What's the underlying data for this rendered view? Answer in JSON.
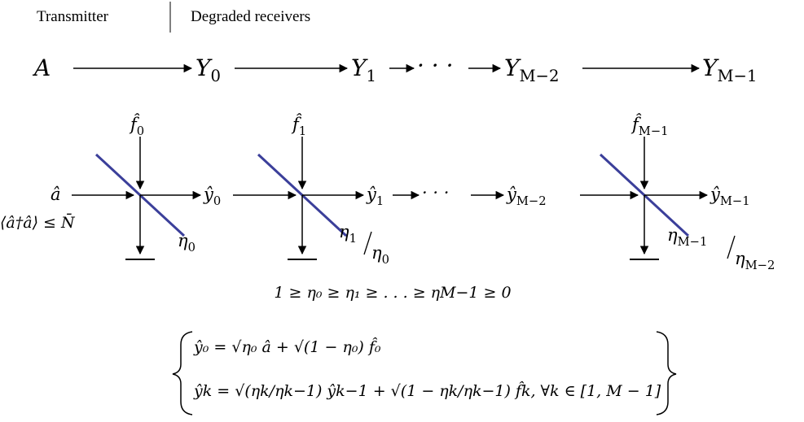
{
  "header": {
    "left_label": "Transmitter",
    "right_label": "Degraded receivers"
  },
  "chain": {
    "source": "A",
    "receivers": [
      {
        "sym": "Y",
        "sub": "0"
      },
      {
        "sym": "Y",
        "sub": "1"
      },
      {
        "sym": "Y",
        "sub": "M−2"
      },
      {
        "sym": "Y",
        "sub": "M−1"
      }
    ],
    "ellipsis": "· · ·"
  },
  "circuit": {
    "input": {
      "sym": "â"
    },
    "constraint": "⟨â†â⟩ ≤ N̄",
    "ellipsis": "· · ·",
    "stages": [
      {
        "noise": "f̂",
        "noise_sub": "0",
        "out": "ŷ",
        "out_sub": "0",
        "eta": "η",
        "eta_sub": "0",
        "eta_den": "",
        "eta_den_sub": ""
      },
      {
        "noise": "f̂",
        "noise_sub": "1",
        "out": "ŷ",
        "out_sub": "1",
        "eta": "η",
        "eta_sub": "1",
        "eta_den": "η",
        "eta_den_sub": "0"
      },
      {
        "noise": "f̂",
        "noise_sub": "M−1",
        "out": "ŷ",
        "out_sub": "M−1",
        "eta": "η",
        "eta_sub": "M−1",
        "eta_den": "η",
        "eta_den_sub": "M−2"
      }
    ],
    "pre_last_out": {
      "sym": "ŷ",
      "sub": "M−2"
    },
    "colors": {
      "beamsplitter": "#3b3f9a",
      "line": "#000000"
    }
  },
  "inequality": "1 ≥ η₀ ≥ η₁ ≥ . . . ≥ ηM−1 ≥ 0",
  "equations": {
    "eq1": "ŷ₀ = √η₀ â + √(1 − η₀) f̂₀",
    "eq2": "ŷk = √(ηk/ηk−1) ŷk−1 + √(1 − ηk/ηk−1) f̂k,   ∀k ∈ [1, M − 1]"
  }
}
